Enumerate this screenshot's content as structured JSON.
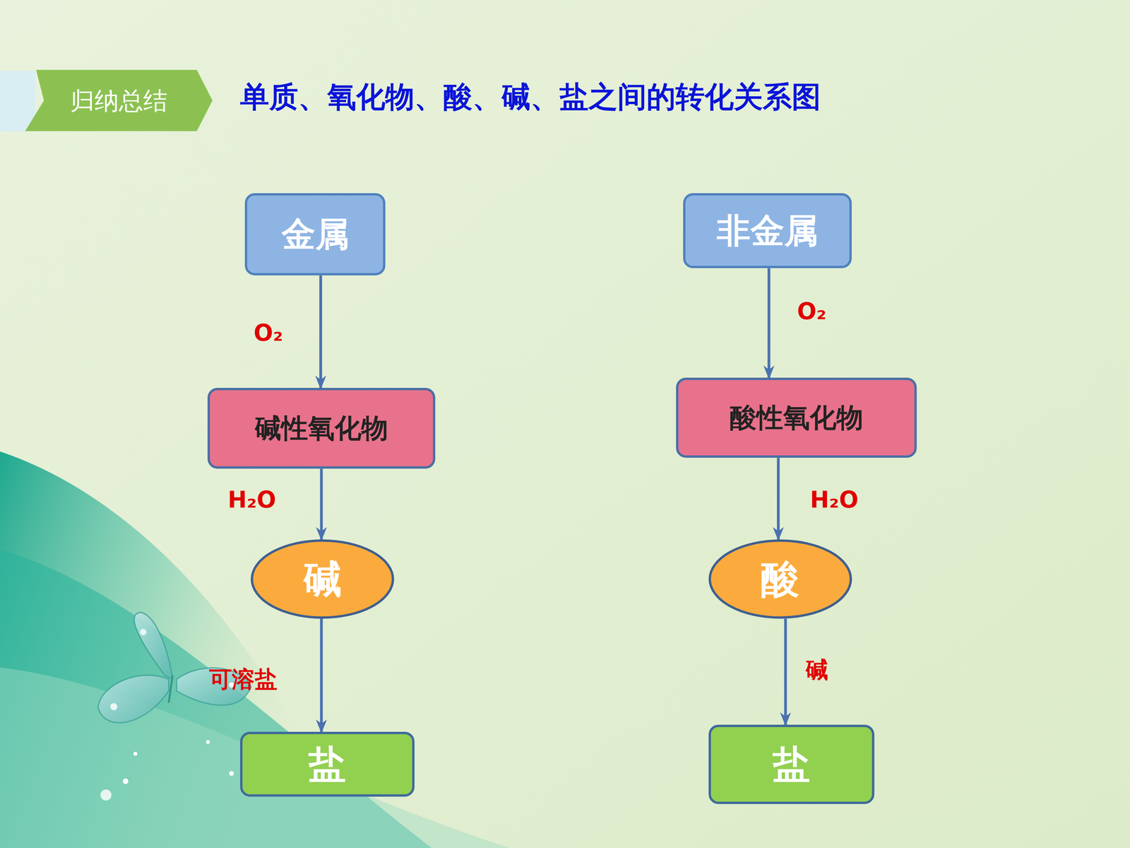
{
  "diagram": {
    "title": "单质、氧化物、酸、碱、盐之间的转化关系图",
    "nodes": [
      {
        "text": [
          "归纳总结"
        ]
      },
      {
        "text": [
          "金属"
        ]
      },
      {
        "text": [
          "非金属"
        ]
      },
      {
        "text": [
          "碱性氧化物"
        ]
      },
      {
        "text": [
          "酸性氧化物"
        ]
      },
      {
        "text": [
          "碱"
        ]
      },
      {
        "text": [
          "酸"
        ]
      },
      {
        "text": [
          "盐"
        ]
      },
      {
        "text": [
          "盐"
        ]
      }
    ],
    "edges": [
      {
        "from": 1,
        "to": 3,
        "arrow": "to",
        "label": "O₂"
      },
      {
        "from": 2,
        "to": 4,
        "arrow": "to",
        "label": "O₂"
      },
      {
        "from": 3,
        "to": 5,
        "arrow": "to",
        "label": "H₂O"
      },
      {
        "from": 4,
        "to": 6,
        "arrow": "to",
        "label": "H₂O"
      },
      {
        "from": 5,
        "to": 7,
        "arrow": "to",
        "label": "可溶盐"
      },
      {
        "from": 6,
        "to": 8,
        "arrow": "to",
        "label": "碱"
      }
    ]
  }
}
